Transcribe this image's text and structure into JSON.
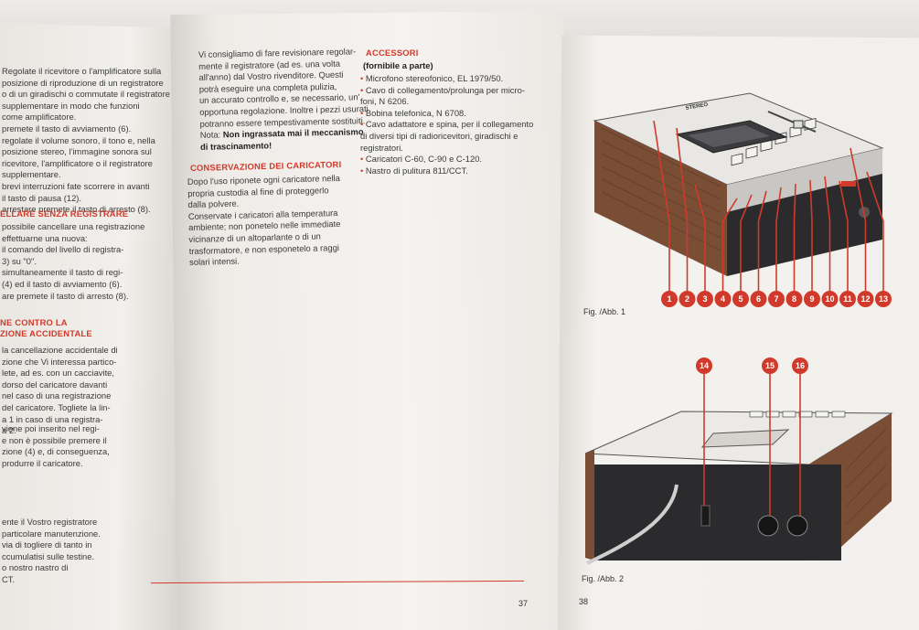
{
  "left_column": {
    "lines1": [
      "Regolate il ricevitore o l'amplificatore sulla",
      "posizione di riproduzione di un registratore",
      "o di un giradischi o commutate il registratore",
      "supplementare in modo che funzioni",
      "come amplificatore.",
      "premete il tasto di avviamento (6).",
      "regolate il volume sonoro, il tono e, nella",
      "posizione stereo, l'immagine sonora sul",
      "ricevitore, l'amplificatore o il registratore",
      "supplementare.",
      "brevi interruzioni fate scorrere in avanti",
      "il tasto di pausa (12).",
      "arrestare premete il tasto di arresto (8)."
    ],
    "heading1": "ELLARE SENZA REGISTRARE",
    "lines2": [
      "possibile cancellare una registrazione",
      "effettuarne una nuova:",
      "il comando del livello di registra-",
      "3) su \"0\".",
      "simultaneamente il tasto di regi-",
      "(4) ed il tasto di avviamento (6).",
      "are premete il tasto di arresto (8)."
    ],
    "heading2a": "NE CONTRO LA",
    "heading2b": "ZIONE ACCIDENTALE",
    "lines3": [
      "la cancellazione accidentale di",
      "zione che Vi interessa partico-",
      "lete, ad es. con un cacciavite,",
      "dorso del caricatore davanti",
      "nel caso di una registrazione",
      "del caricatore. Togliete la lin-",
      "a 1 in caso di una registra-",
      "a 2."
    ],
    "lines4": [
      "viene poi inserito nel regi-",
      "e non è possibile premere il",
      "zione (4) e, di conseguenza,",
      "produrre il caricatore."
    ],
    "lines5": [
      "ente il Vostro registratore",
      "particolare manutenzione.",
      "via di togliere di tanto in",
      "ccumulatisi sulle testine.",
      "o nostro nastro di",
      "CT."
    ]
  },
  "middle_column": {
    "service_lines": [
      "Vi consigliamo di fare revisionare regolar-",
      "mente il registratore (ad es. una volta",
      "all'anno) dal Vostro rivenditore. Questi",
      "potrà eseguire una completa pulizia,",
      "un accurato controllo e, se necessario, un'",
      "opportuna regolazione. Inoltre i pezzi usurati",
      "potranno essere tempestivamente sostituiti."
    ],
    "note_prefix": "Nota:",
    "note_bold": " Non ingrassata mai il meccanismo",
    "note_bold2": "di trascinamento!",
    "conservation_heading": "CONSERVAZIONE DEI CARICATORI",
    "conservation_lines": [
      "Dopo l'uso riponete ogni caricatore nella",
      "propria custodia al fine di proteggerlo",
      "dalla polvere.",
      "Conservate i caricatori alla temperatura",
      "ambiente; non ponetelo nelle immediate",
      "vicinanze di un altoparlante o di un",
      "trasformatore, e non esponetelo a raggi",
      "solari intensi."
    ],
    "accessories_heading": "ACCESSORI",
    "accessories_sub": "(fornibile a parte)",
    "accessories": [
      {
        "lines": [
          "Microfono stereofonico, EL 1979/50."
        ]
      },
      {
        "lines": [
          "Cavo di collegamento/prolunga per micro-",
          "foni, N 6206."
        ]
      },
      {
        "lines": [
          "Bobina telefonica, N 6708."
        ]
      },
      {
        "lines": [
          "Cavo adattatore e spina, per il collegamento",
          "di diversi tipi di radioricevitori, giradischi e",
          "registratori."
        ]
      },
      {
        "lines": [
          "Caricatori C-60, C-90 e C-120."
        ]
      },
      {
        "lines": [
          "Nastro di pulitura 811/CCT."
        ]
      }
    ],
    "page_number": "37"
  },
  "right_column": {
    "fig1_caption": "Fig. /Abb. 1",
    "fig2_caption": "Fig. /Abb. 2",
    "page_number": "38",
    "fig1_callouts": [
      "1",
      "2",
      "3",
      "4",
      "5",
      "6",
      "7",
      "8",
      "9",
      "10",
      "11",
      "12",
      "13"
    ],
    "fig2_callouts": [
      "14",
      "15",
      "16"
    ],
    "device_label": "STEREO"
  },
  "colors": {
    "accent_red": "#d13a2a",
    "paper": "#f3f1ee",
    "wood": "#7a4d35",
    "device_dark": "#2b2b2d"
  }
}
